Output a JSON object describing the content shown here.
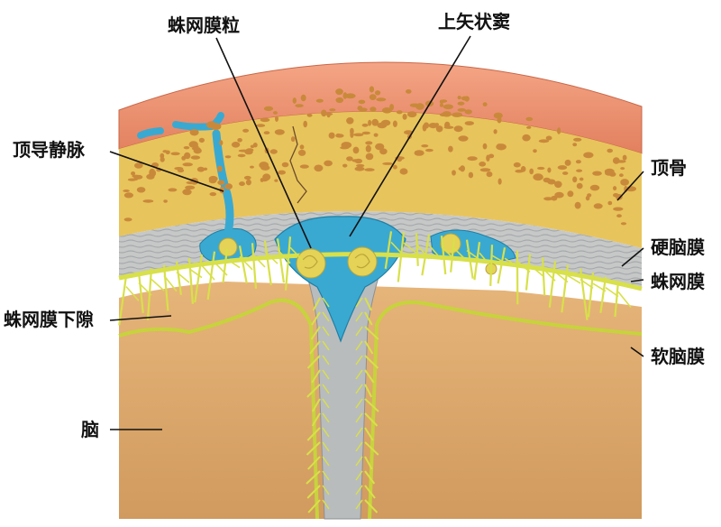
{
  "labels": {
    "arachnoid_granulation": "蛛网膜粒",
    "superior_sagittal_sinus": "上矢状窦",
    "parietal_emissary_vein": "顶导静脉",
    "parietal_bone": "顶骨",
    "dura_mater": "硬脑膜",
    "arachnoid": "蛛网膜",
    "subarachnoid_space": "蛛网膜下隙",
    "pia_mater": "软脑膜",
    "brain": "脑"
  },
  "colors": {
    "scalp": "#e98f6d",
    "bone": "#e8c45c",
    "bone_spots": "#c9893a",
    "dura": "#c6c8c8",
    "sinus_blue": "#3aa9d1",
    "arachnoid_yellow": "#d8e04a",
    "brain": "#d9a468",
    "text": "#111111"
  }
}
